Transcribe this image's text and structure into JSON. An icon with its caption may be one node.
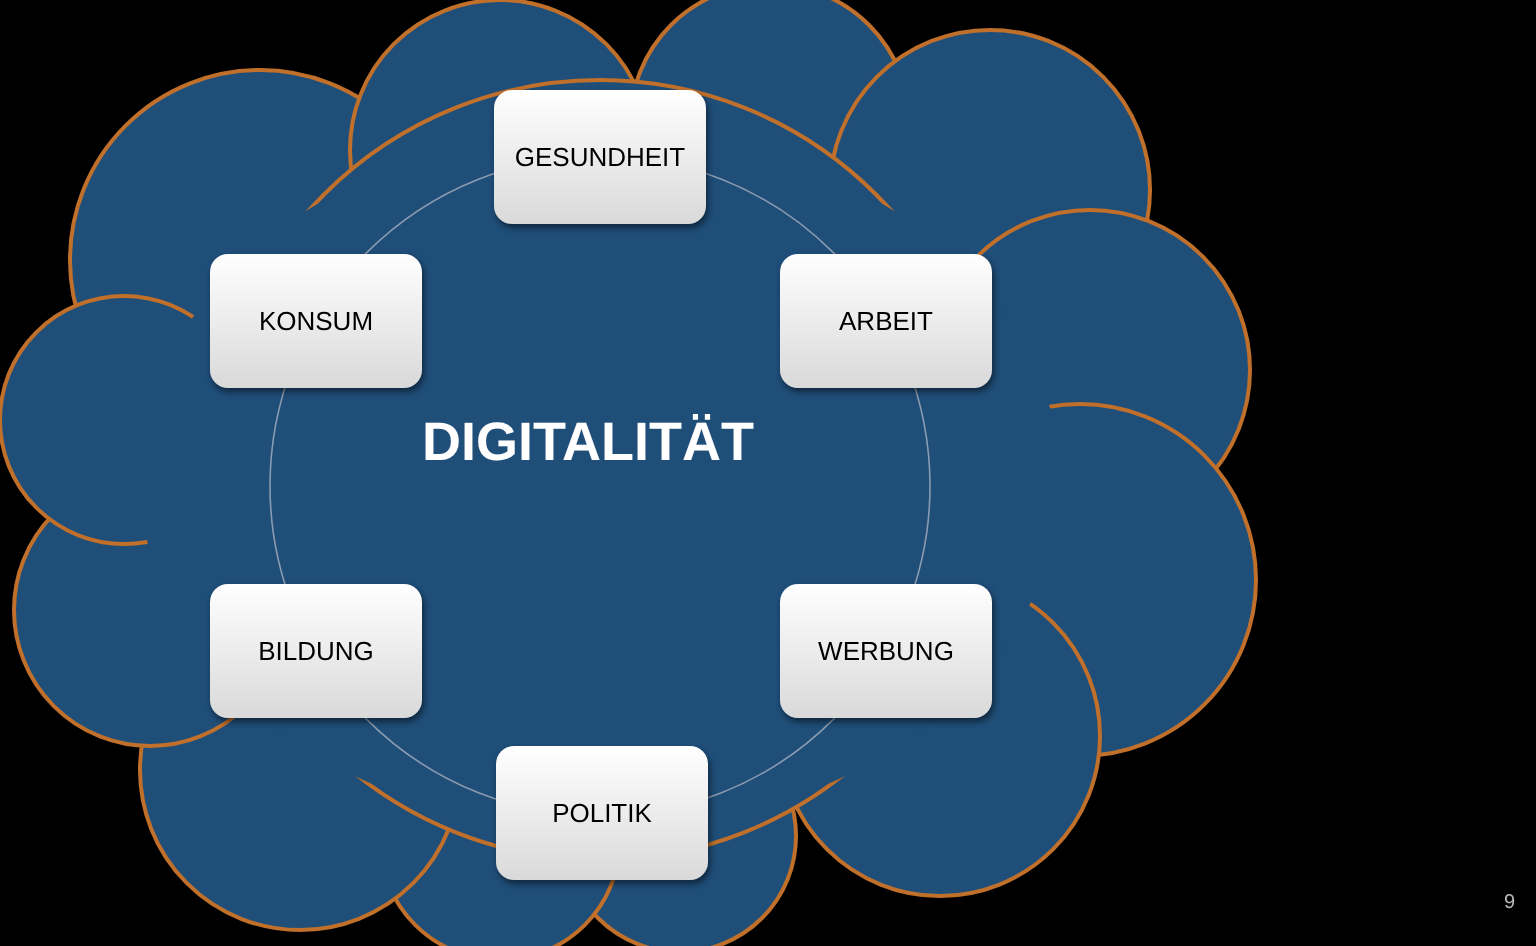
{
  "diagram": {
    "nodes": [
      {
        "text": [
          "DIGITALITÄT"
        ]
      },
      {
        "text": [
          "GESUNDHEIT"
        ],
        "in": 0
      },
      {
        "text": [
          "KONSUM"
        ],
        "in": 0
      },
      {
        "text": [
          "ARBEIT"
        ],
        "in": 0
      },
      {
        "text": [
          "BILDUNG"
        ],
        "in": 0
      },
      {
        "text": [
          "WERBUNG"
        ],
        "in": 0
      },
      {
        "text": [
          "POLITIK"
        ],
        "in": 0
      }
    ],
    "labels": [
      "9"
    ]
  }
}
